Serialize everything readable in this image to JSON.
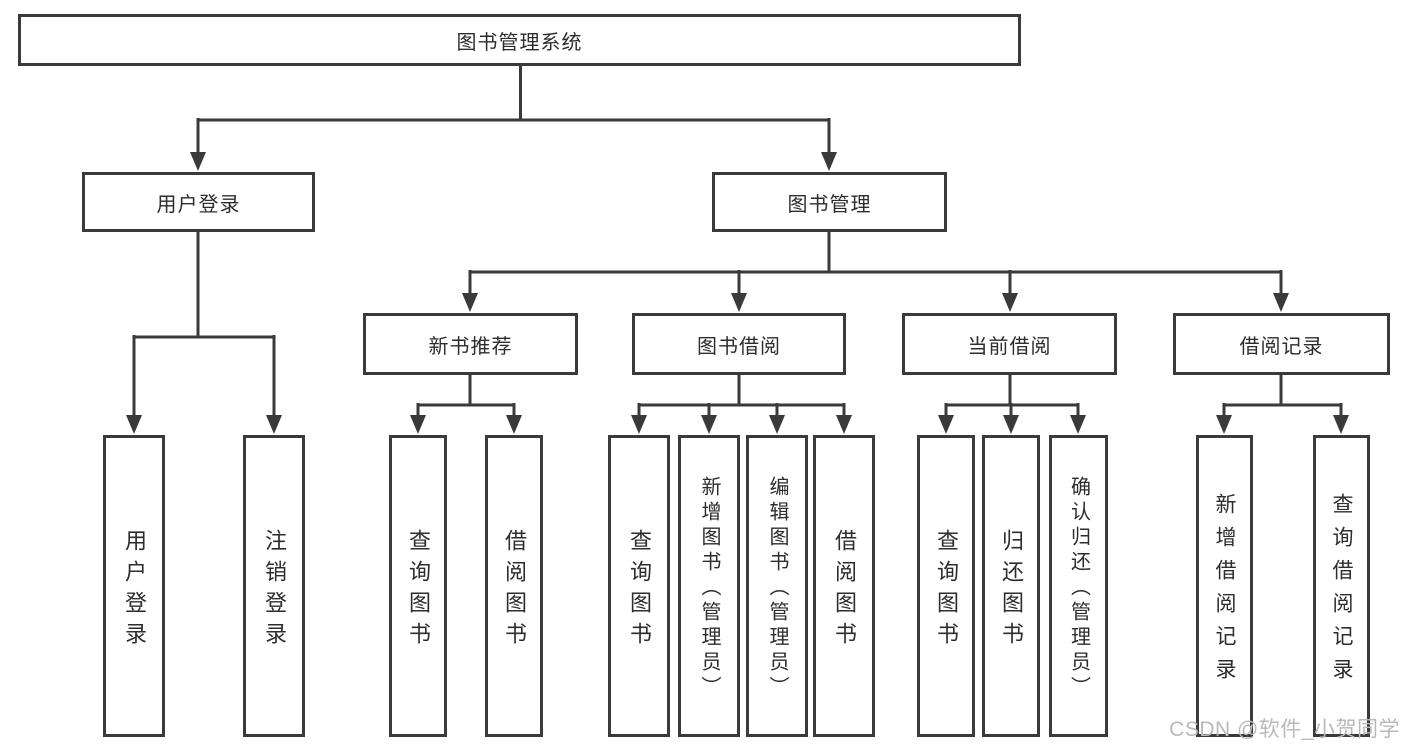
{
  "diagram": {
    "root": {
      "label": "图书管理系统",
      "children": [
        {
          "label": "用户登录",
          "children": [
            {
              "label": "用户登录"
            },
            {
              "label": "注销登录"
            }
          ]
        },
        {
          "label": "图书管理",
          "children": [
            {
              "label": "新书推荐",
              "children": [
                {
                  "label": "查询图书"
                },
                {
                  "label": "借阅图书"
                }
              ]
            },
            {
              "label": "图书借阅",
              "children": [
                {
                  "label": "查询图书"
                },
                {
                  "label": "新增图书（管理员）"
                },
                {
                  "label": "编辑图书（管理员）"
                },
                {
                  "label": "借阅图书"
                }
              ]
            },
            {
              "label": "当前借阅",
              "children": [
                {
                  "label": "查询图书"
                },
                {
                  "label": "归还图书"
                },
                {
                  "label": "确认归还（管理员）"
                }
              ]
            },
            {
              "label": "借阅记录",
              "children": [
                {
                  "label": "新增借阅记录"
                },
                {
                  "label": "查询借阅记录"
                }
              ]
            }
          ]
        }
      ]
    }
  },
  "watermark": {
    "text": "CSDN @软件_小贺同学"
  },
  "colors": {
    "line": "#3a3a3a",
    "text": "#2d2d2d",
    "watermark": "#b9b9b9",
    "background": "#ffffff"
  }
}
